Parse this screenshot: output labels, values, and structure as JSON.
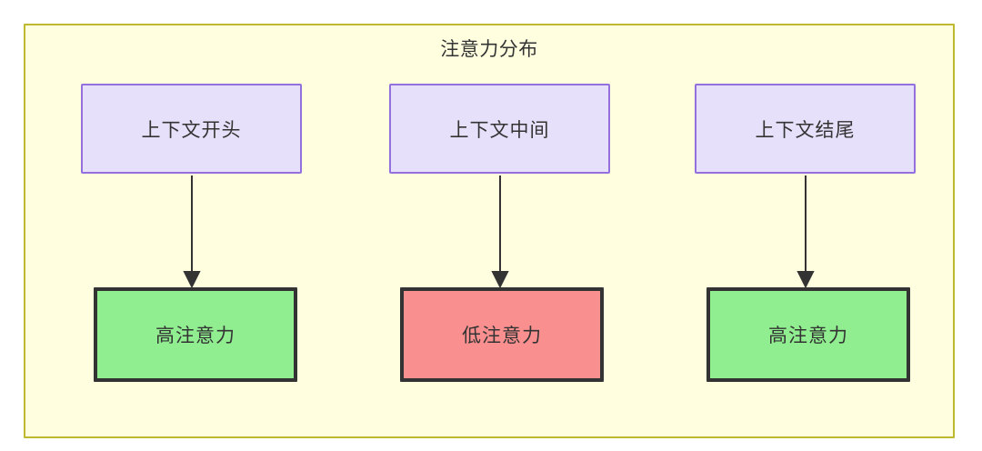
{
  "diagram": {
    "type": "flowchart",
    "title": "注意力分布",
    "container": {
      "fill": "#ffffe0",
      "stroke": "#bfb930"
    },
    "columns": [
      {
        "id": "col1",
        "source": {
          "label": "上下文开头",
          "fill": "#e6e0fa",
          "stroke": "#9370db"
        },
        "target": {
          "label": "高注意力",
          "fill": "#90ee90",
          "stroke": "#333333"
        },
        "edge": {
          "style": "solid-arrow",
          "color": "#333333"
        }
      },
      {
        "id": "col2",
        "source": {
          "label": "上下文中间",
          "fill": "#e6e0fa",
          "stroke": "#9370db"
        },
        "target": {
          "label": "低注意力",
          "fill": "#fa8f8f",
          "stroke": "#333333"
        },
        "edge": {
          "style": "solid-arrow",
          "color": "#333333"
        }
      },
      {
        "id": "col3",
        "source": {
          "label": "上下文结尾",
          "fill": "#e6e0fa",
          "stroke": "#9370db"
        },
        "target": {
          "label": "高注意力",
          "fill": "#90ee90",
          "stroke": "#333333"
        },
        "edge": {
          "style": "solid-arrow",
          "color": "#333333"
        }
      }
    ]
  }
}
